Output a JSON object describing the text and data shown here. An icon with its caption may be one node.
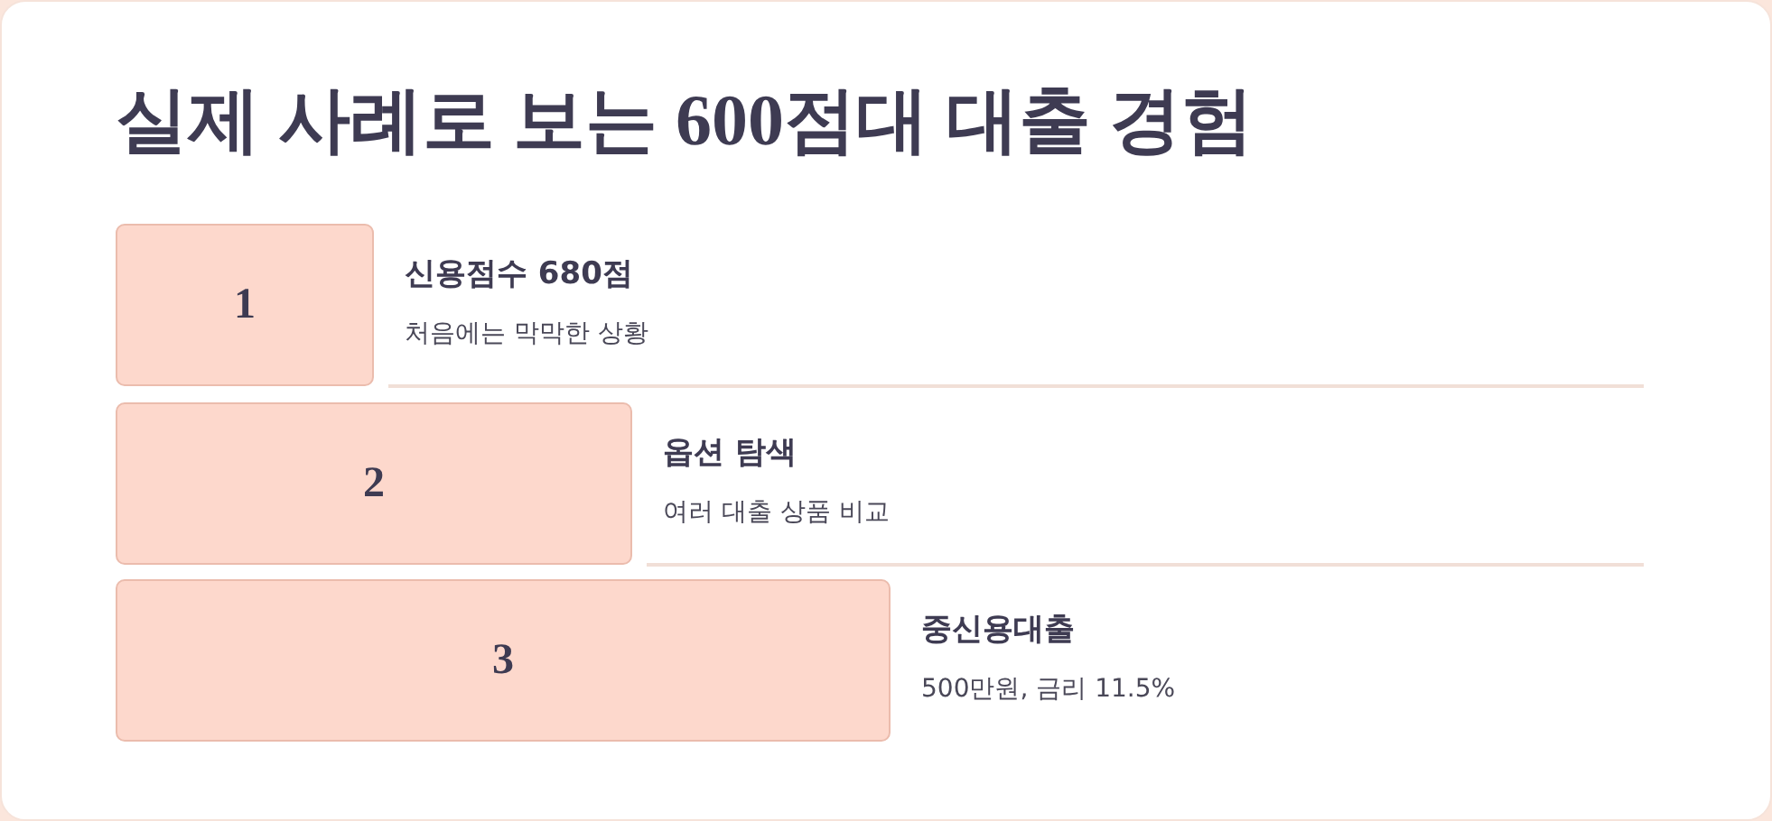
{
  "diagram": {
    "title": "실제 사례로 보는 600점대 대출 경험",
    "nodes": [
      {
        "text": [
          "1"
        ],
        "beside": [
          "신용점수 680점",
          "처음에는 막막한 상황"
        ]
      },
      {
        "text": [
          "2"
        ],
        "beside": [
          "옵션 탐색",
          "여러 대출 상품 비교"
        ]
      },
      {
        "text": [
          "3"
        ],
        "beside": [
          "중신용대출",
          "500만원, 금리 11.5%"
        ]
      }
    ]
  }
}
